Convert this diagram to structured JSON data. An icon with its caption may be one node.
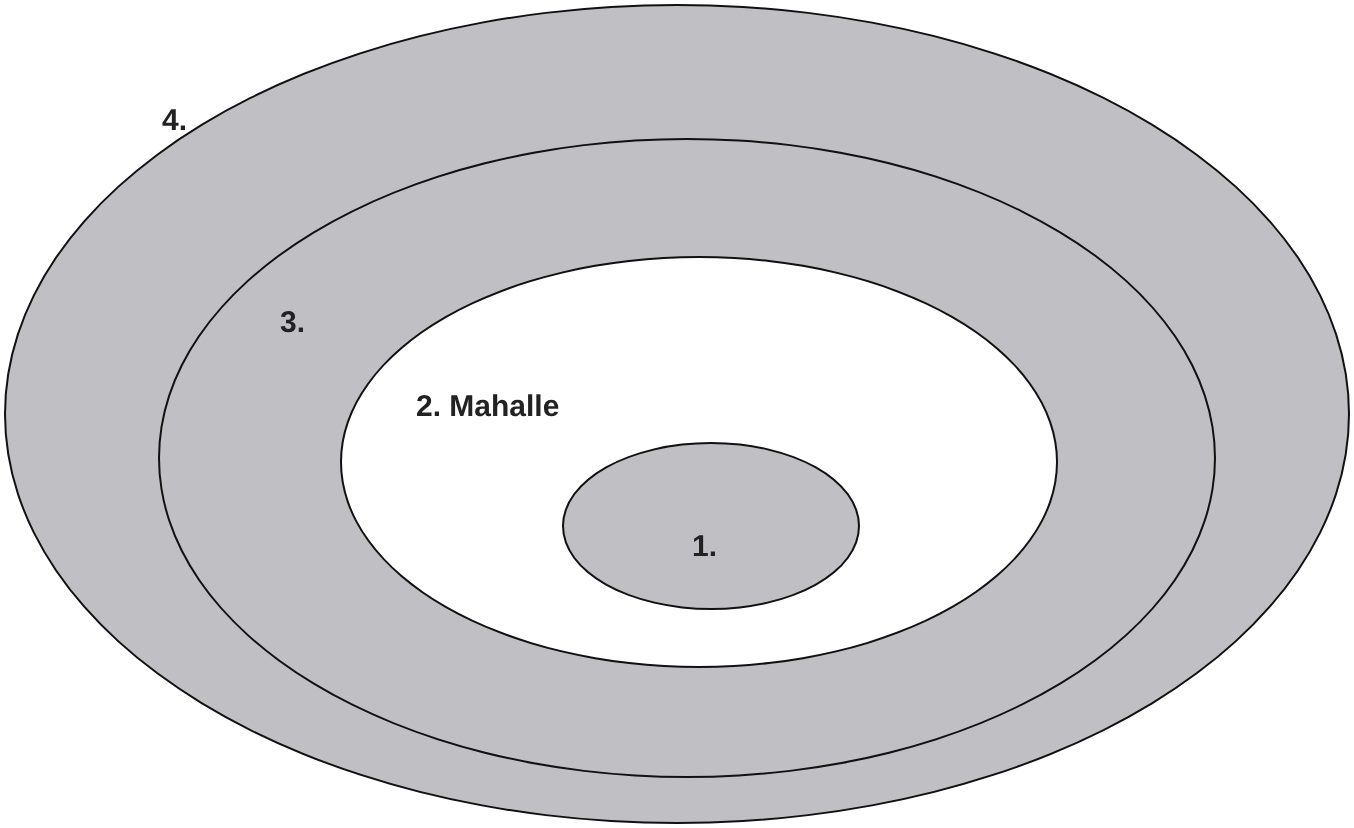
{
  "diagram": {
    "nodes": [
      {
        "text": [
          "4."
        ]
      },
      {
        "text": [
          "3."
        ],
        "in": 0
      },
      {
        "text": [
          "2. Mahalle"
        ],
        "in": 1
      },
      {
        "text": [
          "1."
        ],
        "in": 2
      }
    ]
  }
}
